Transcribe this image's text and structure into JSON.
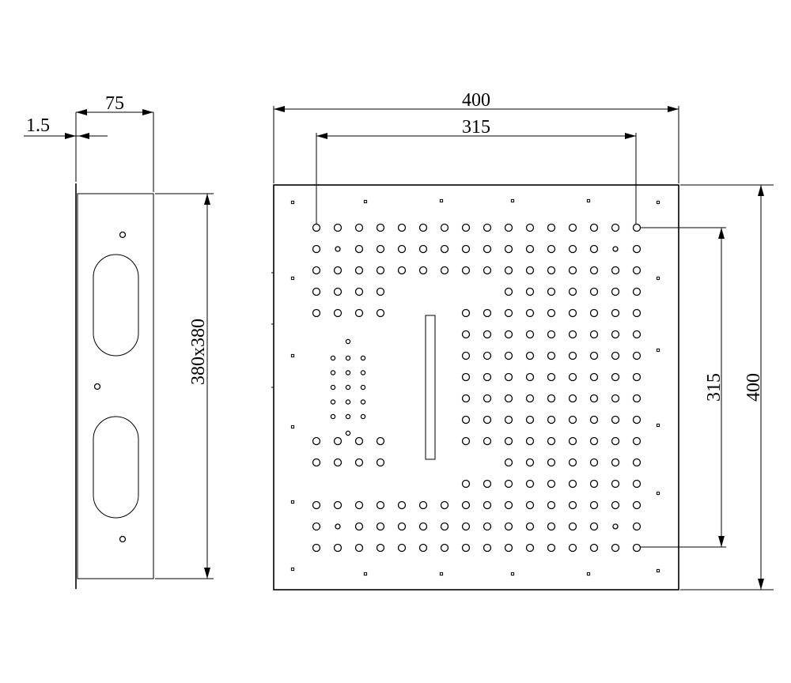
{
  "side_view": {
    "dim_width": "75",
    "dim_wall": "1.5",
    "dim_size": "380x380"
  },
  "front_view": {
    "dim_outer_width": "400",
    "dim_inner_width": "315",
    "dim_outer_height": "400",
    "dim_inner_height": "315"
  }
}
